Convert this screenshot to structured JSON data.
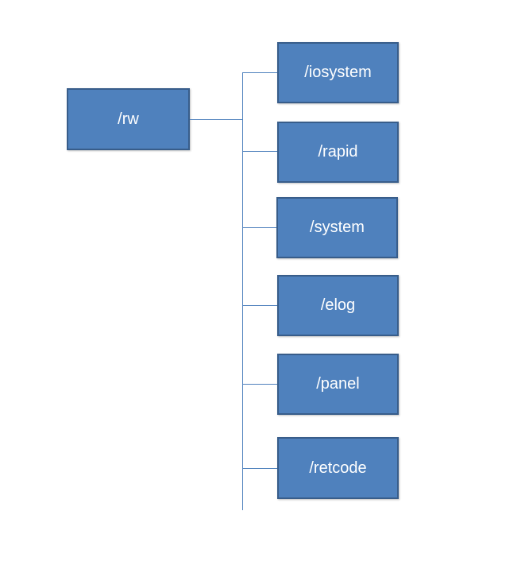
{
  "colors": {
    "node_fill": "#4f81bd",
    "node_border": "#385d8a",
    "node_text": "#ffffff",
    "connector": "#4f81bd"
  },
  "root": {
    "label": "/rw"
  },
  "children": [
    {
      "label": "/iosystem"
    },
    {
      "label": "/rapid"
    },
    {
      "label": "/system"
    },
    {
      "label": "/elog"
    },
    {
      "label": "/panel"
    },
    {
      "label": "/retcode"
    }
  ]
}
